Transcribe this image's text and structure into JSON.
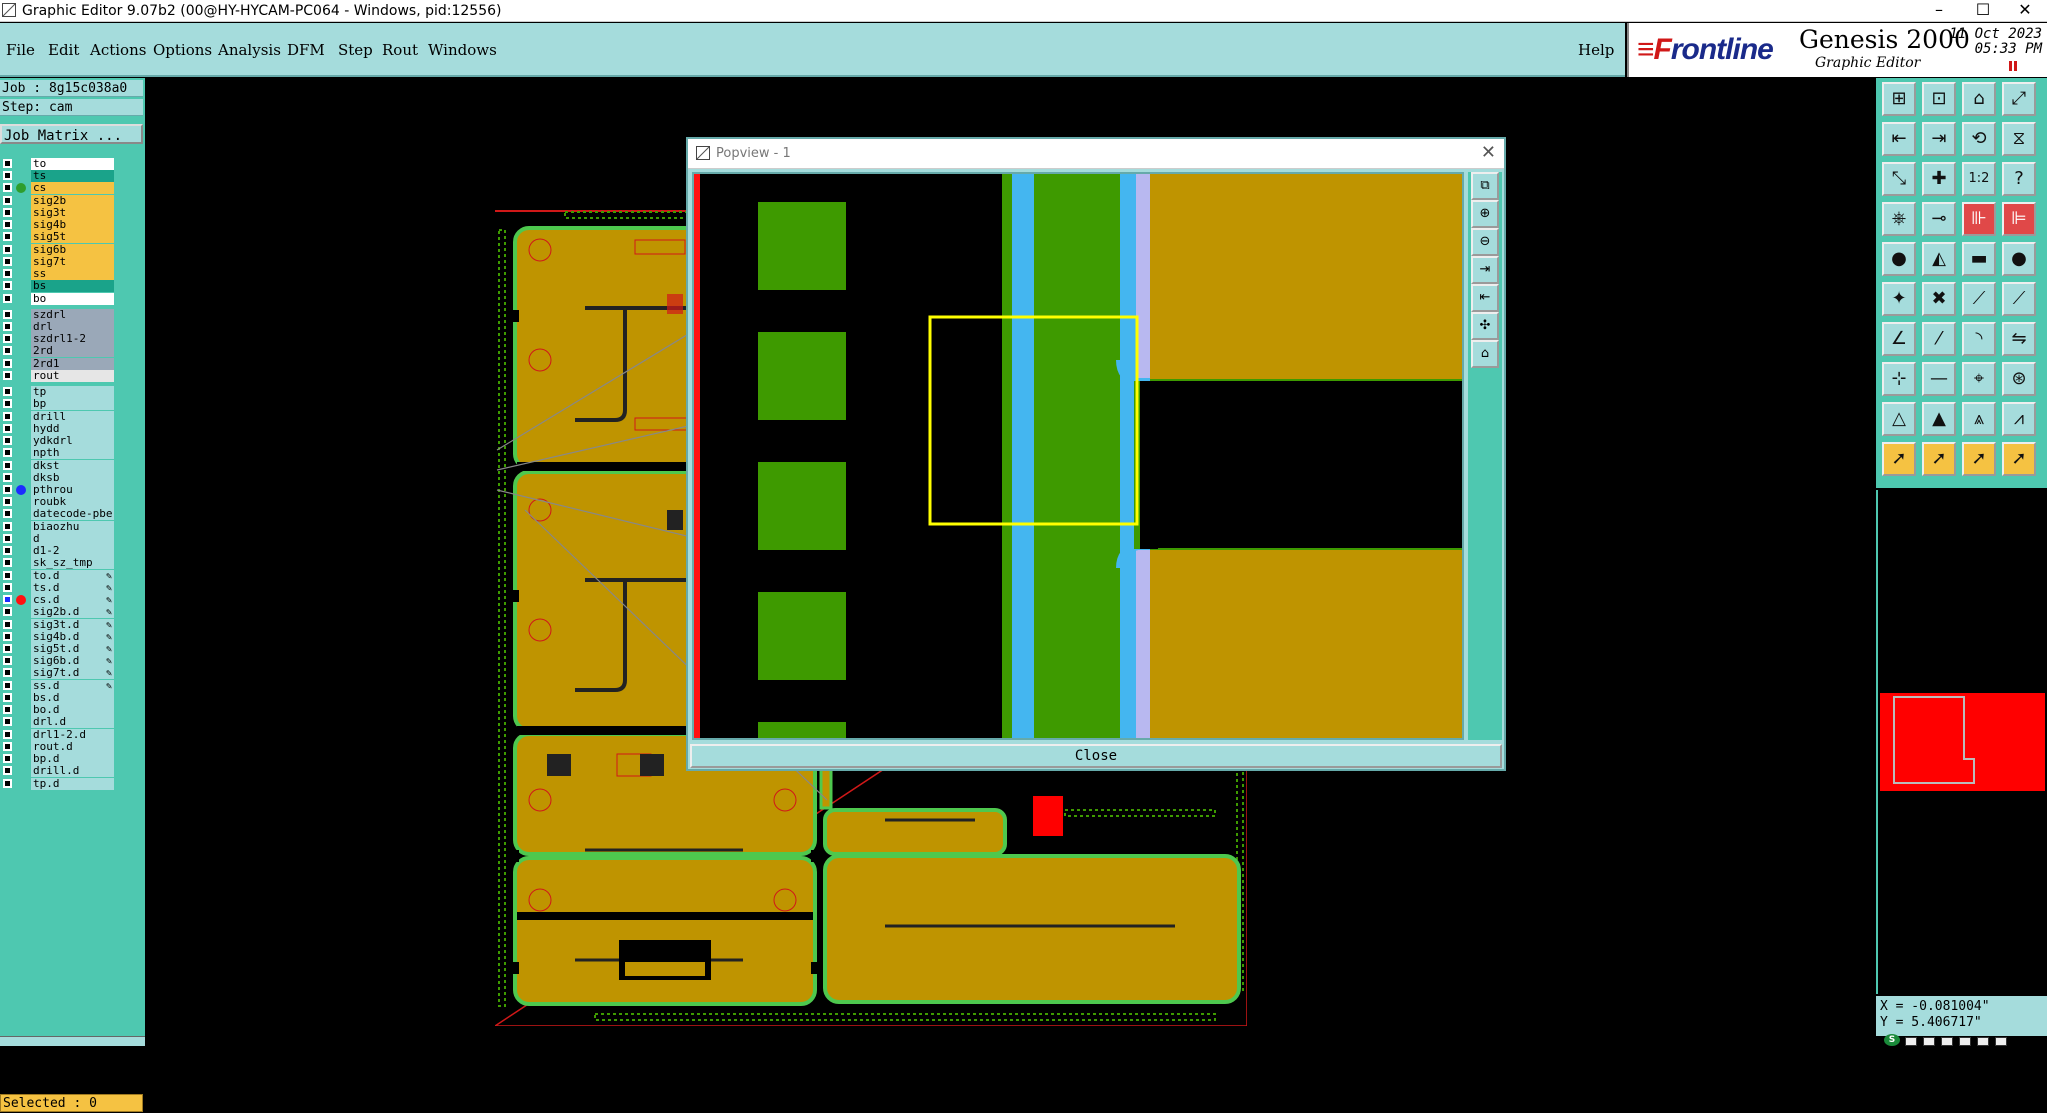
{
  "window": {
    "title": "Graphic Editor 9.07b2 (00@HY-HYCAM-PC064 - Windows, pid:12556)",
    "minimize": "–",
    "maximize": "☐",
    "close": "✕"
  },
  "menu": [
    "File",
    "Edit",
    "Actions",
    "Options",
    "Analysis",
    "DFM",
    "Step",
    "Rout",
    "Windows"
  ],
  "help": "Help",
  "brand": {
    "logo_f": "F",
    "logo_rest": "rontline",
    "product": "Genesis 2000",
    "subtitle": "Graphic Editor",
    "date": "11 Oct 2023",
    "time": "05:33 PM"
  },
  "job": {
    "job_line": "Job : 8g15c038a0",
    "step_line": "Step: cam",
    "matrix_button": "Job Matrix ..."
  },
  "layers": [
    {
      "name": "to",
      "bg": "#ffffff",
      "dot": ""
    },
    {
      "name": "ts",
      "bg": "#1aa38a",
      "dot": ""
    },
    {
      "name": "cs",
      "bg": "#f5c242",
      "dot": "#2e9e2e"
    },
    {
      "name": "sig2b",
      "bg": "#f5c242",
      "dot": ""
    },
    {
      "name": "sig3t",
      "bg": "#f5c242",
      "dot": ""
    },
    {
      "name": "sig4b",
      "bg": "#f5c242",
      "dot": ""
    },
    {
      "name": "sig5t",
      "bg": "#f5c242",
      "dot": ""
    },
    {
      "name": "sig6b",
      "bg": "#f5c242",
      "dot": ""
    },
    {
      "name": "sig7t",
      "bg": "#f5c242",
      "dot": ""
    },
    {
      "name": "ss",
      "bg": "#f5c242",
      "dot": ""
    },
    {
      "name": "bs",
      "bg": "#1aa38a",
      "dot": ""
    },
    {
      "name": "bo",
      "bg": "#ffffff",
      "dot": ""
    },
    {
      "name": "szdrl",
      "bg": "#9aa8b8",
      "dot": ""
    },
    {
      "name": "drl",
      "bg": "#9aa8b8",
      "dot": ""
    },
    {
      "name": "szdrl1-2",
      "bg": "#9aa8b8",
      "dot": ""
    },
    {
      "name": "2rd",
      "bg": "#9aa8b8",
      "dot": ""
    },
    {
      "name": "2rd1",
      "bg": "#9aa8b8",
      "dot": ""
    },
    {
      "name": "rout",
      "bg": "#e6e6e6",
      "dot": ""
    },
    {
      "name": "tp",
      "bg": "#a5dcdc",
      "dot": ""
    },
    {
      "name": "bp",
      "bg": "#a5dcdc",
      "dot": ""
    },
    {
      "name": "drill",
      "bg": "#a5dcdc",
      "dot": ""
    },
    {
      "name": "hydd",
      "bg": "#a5dcdc",
      "dot": ""
    },
    {
      "name": "ydkdrl",
      "bg": "#a5dcdc",
      "dot": ""
    },
    {
      "name": "npth",
      "bg": "#a5dcdc",
      "dot": ""
    },
    {
      "name": "dkst",
      "bg": "#a5dcdc",
      "dot": ""
    },
    {
      "name": "dksb",
      "bg": "#a5dcdc",
      "dot": ""
    },
    {
      "name": "pthrou",
      "bg": "#a5dcdc",
      "dot": "#1c2cff"
    },
    {
      "name": "roubk",
      "bg": "#a5dcdc",
      "dot": ""
    },
    {
      "name": "datecode-pbe",
      "bg": "#a5dcdc",
      "dot": ""
    },
    {
      "name": "biaozhu",
      "bg": "#a5dcdc",
      "dot": ""
    },
    {
      "name": "d",
      "bg": "#a5dcdc",
      "dot": ""
    },
    {
      "name": "d1-2",
      "bg": "#a5dcdc",
      "dot": ""
    },
    {
      "name": "sk_sz_tmp",
      "bg": "#a5dcdc",
      "dot": ""
    },
    {
      "name": "to.d",
      "bg": "#a5dcdc",
      "dot": "",
      "flag": "✎"
    },
    {
      "name": "ts.d",
      "bg": "#a5dcdc",
      "dot": "",
      "flag": "✎"
    },
    {
      "name": "cs.d",
      "bg": "#a5dcdc",
      "dot": "#ff1010",
      "flag": "✎",
      "sel": true
    },
    {
      "name": "sig2b.d",
      "bg": "#a5dcdc",
      "dot": "",
      "flag": "✎"
    },
    {
      "name": "sig3t.d",
      "bg": "#a5dcdc",
      "dot": "",
      "flag": "✎"
    },
    {
      "name": "sig4b.d",
      "bg": "#a5dcdc",
      "dot": "",
      "flag": "✎"
    },
    {
      "name": "sig5t.d",
      "bg": "#a5dcdc",
      "dot": "",
      "flag": "✎"
    },
    {
      "name": "sig6b.d",
      "bg": "#a5dcdc",
      "dot": "",
      "flag": "✎"
    },
    {
      "name": "sig7t.d",
      "bg": "#a5dcdc",
      "dot": "",
      "flag": "✎"
    },
    {
      "name": "ss.d",
      "bg": "#a5dcdc",
      "dot": "",
      "flag": "✎"
    },
    {
      "name": "bs.d",
      "bg": "#a5dcdc",
      "dot": ""
    },
    {
      "name": "bo.d",
      "bg": "#a5dcdc",
      "dot": ""
    },
    {
      "name": "drl.d",
      "bg": "#a5dcdc",
      "dot": ""
    },
    {
      "name": "drl1-2.d",
      "bg": "#a5dcdc",
      "dot": ""
    },
    {
      "name": "rout.d",
      "bg": "#a5dcdc",
      "dot": ""
    },
    {
      "name": "bp.d",
      "bg": "#a5dcdc",
      "dot": ""
    },
    {
      "name": "drill.d",
      "bg": "#a5dcdc",
      "dot": ""
    },
    {
      "name": "tp.d",
      "bg": "#a5dcdc",
      "dot": ""
    }
  ],
  "status": {
    "selected": "Selected : 0"
  },
  "popview": {
    "title": "Popview - 1",
    "close_x": "✕",
    "close_button": "Close"
  },
  "coords": {
    "x": "X = -0.081004\"",
    "y": "Y = 5.406717\""
  },
  "colors": {
    "panel": "#a5dcdc",
    "panel_dark": "#4ec8b0",
    "copper": "#bf9400",
    "green": "#3e9a00",
    "cyan": "#44b6f0",
    "lavender": "#b8b8f0",
    "highlight": "#ffff00"
  },
  "toolbar_icons": [
    "zoom-in-icon",
    "zoom-out-icon",
    "home-icon",
    "zoom-fit-icon",
    "pan-left-icon",
    "pan-right-icon",
    "zoom-back-icon",
    "redraw-icon",
    "fit-all-icon",
    "center-icon",
    "scale-1-2-icon",
    "query-icon",
    "snap-icon",
    "measure-icon",
    "layer-info-icon",
    "net-icon",
    "pad-icon",
    "polygon-icon",
    "line-width-icon",
    "circle-icon",
    "move-icon",
    "cross-icon",
    "copy-icon",
    "connect-icon",
    "angle-icon",
    "edit-line-icon",
    "arc-icon",
    "flip-icon",
    "transform-icon",
    "line-icon",
    "anchor-icon",
    "group-icon",
    "triangle-a-icon",
    "triangle-b-icon",
    "triangle-c-icon",
    "triangle-d-icon",
    "select-icon",
    "select-plus-icon",
    "select-area-icon",
    "select-net-icon"
  ],
  "popview_tools": [
    "zoom-window-icon",
    "zoom-in-icon",
    "zoom-out-icon",
    "pan-icon",
    "move-icon",
    "fit-icon",
    "home-icon"
  ]
}
